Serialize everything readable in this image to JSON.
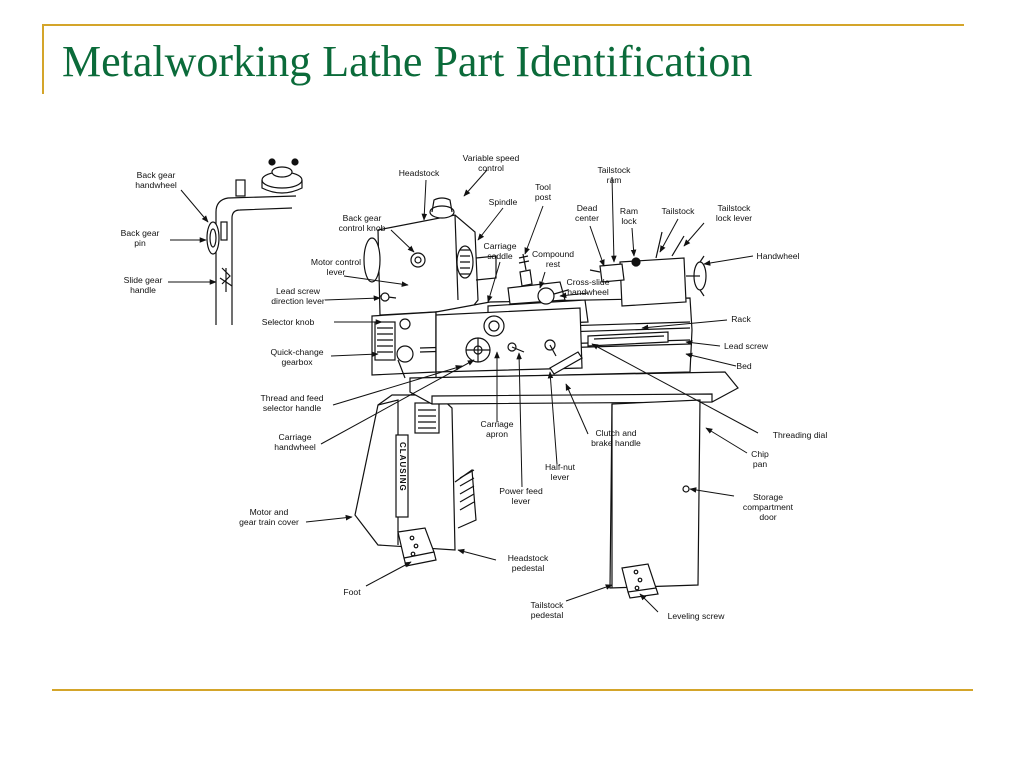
{
  "slide": {
    "title": "Metalworking Lathe Part Identification",
    "colors": {
      "title": "#0B6B3A",
      "rule": "#D4A52A"
    }
  },
  "diagram": {
    "labels": {
      "back_gear_handwheel": [
        "Back gear",
        "handwheel"
      ],
      "back_gear_pin": [
        "Back gear",
        "pin"
      ],
      "slide_gear_handle": [
        "Slide gear",
        "handle"
      ],
      "headstock": [
        "Headstock"
      ],
      "variable_speed_control": [
        "Variable speed",
        "control"
      ],
      "spindle": [
        "Spindle"
      ],
      "tool_post": [
        "Tool",
        "post"
      ],
      "back_gear_control_knob": [
        "Back gear",
        "control knob"
      ],
      "carriage_saddle": [
        "Carriage",
        "saddle"
      ],
      "compound_rest": [
        "Compound",
        "rest"
      ],
      "motor_control_lever": [
        "Motor control",
        "lever"
      ],
      "lead_screw_direction_lever": [
        "Lead screw",
        "direction lever"
      ],
      "selector_knob": [
        "Selector knob"
      ],
      "quick_change_gearbox": [
        "Quick-change",
        "gearbox"
      ],
      "thread_feed_selector_handle": [
        "Thread and feed",
        "selector handle"
      ],
      "carriage_handwheel": [
        "Carriage",
        "handwheel"
      ],
      "motor_gear_train_cover": [
        "Motor and",
        "gear train cover"
      ],
      "foot": [
        "Foot"
      ],
      "tailstock_ram": [
        "Tailstock",
        "ram"
      ],
      "dead_center": [
        "Dead",
        "center"
      ],
      "ram_lock": [
        "Ram",
        "lock"
      ],
      "tailstock": [
        "Tailstock"
      ],
      "tailstock_lock_lever": [
        "Tailstock",
        "lock lever"
      ],
      "handwheel": [
        "Handwheel"
      ],
      "cross_slide_handwheel": [
        "Cross-slide",
        "handwheel"
      ],
      "rack": [
        "Rack"
      ],
      "lead_screw": [
        "Lead screw"
      ],
      "bed": [
        "Bed"
      ],
      "threading_dial": [
        "Threading dial"
      ],
      "chip_pan": [
        "Chip",
        "pan"
      ],
      "storage_compartment_door": [
        "Storage",
        "compartment",
        "door"
      ],
      "carriage_apron": [
        "Carriage",
        "apron"
      ],
      "clutch_brake_handle": [
        "Clutch and",
        "brake handle"
      ],
      "half_nut_lever": [
        "Half-nut",
        "lever"
      ],
      "power_feed_lever": [
        "Power feed",
        "lever"
      ],
      "headstock_pedestal": [
        "Headstock",
        "pedestal"
      ],
      "tailstock_pedestal": [
        "Tailstock",
        "pedestal"
      ],
      "leveling_screw": [
        "Leveling screw"
      ]
    },
    "nameplate": "CLAUSING"
  }
}
